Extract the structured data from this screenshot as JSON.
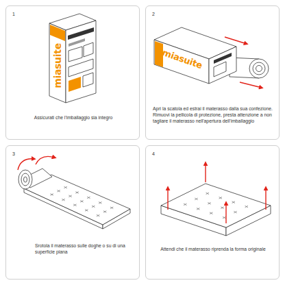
{
  "diagram": {
    "nodes": [
      {
        "text": [
          "1",
          "Assicurati che l'imballaggio sia integro"
        ]
      },
      {
        "text": [
          "2",
          "Apri la scatola ed estrai il materasso dalla sua confezione. Rimuovi la pellicola di protezione, presta attenzione a non tagliare il materasso nell'apertura dell'imballaggio"
        ]
      },
      {
        "text": [
          "3",
          "Srotola il materasso sulle doghe o su di una superficie piana"
        ]
      },
      {
        "text": [
          "4",
          "Attendi che il materasso riprenda la forma originale"
        ]
      }
    ],
    "labels": [
      "miasuite",
      "miasuite"
    ]
  }
}
